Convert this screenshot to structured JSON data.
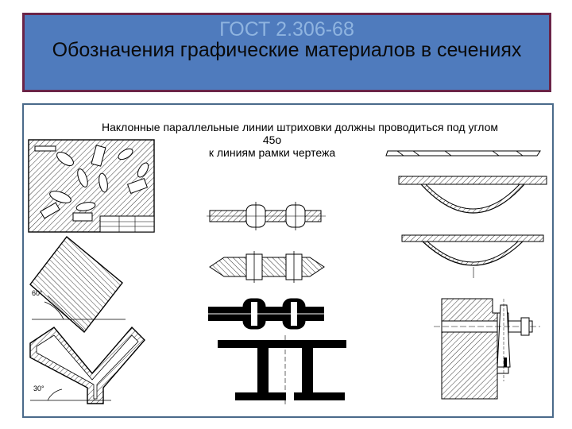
{
  "title": {
    "code": "ГОСТ 2.306-68",
    "main": "Обозначения графические материалов в сечениях"
  },
  "caption": {
    "line1": "Наклонные параллельные линии штриховки должны проводиться под углом",
    "line2": "45о",
    "line3": "к линиям рамки чертежа"
  },
  "drawing": {
    "angle_top": "60°",
    "angle_bottom": "30°"
  },
  "colors": {
    "title_bg": "#4f7bbd",
    "title_border": "#6a2448",
    "title_code": "#8fb4e0",
    "frame_border": "#4a6a8a"
  }
}
